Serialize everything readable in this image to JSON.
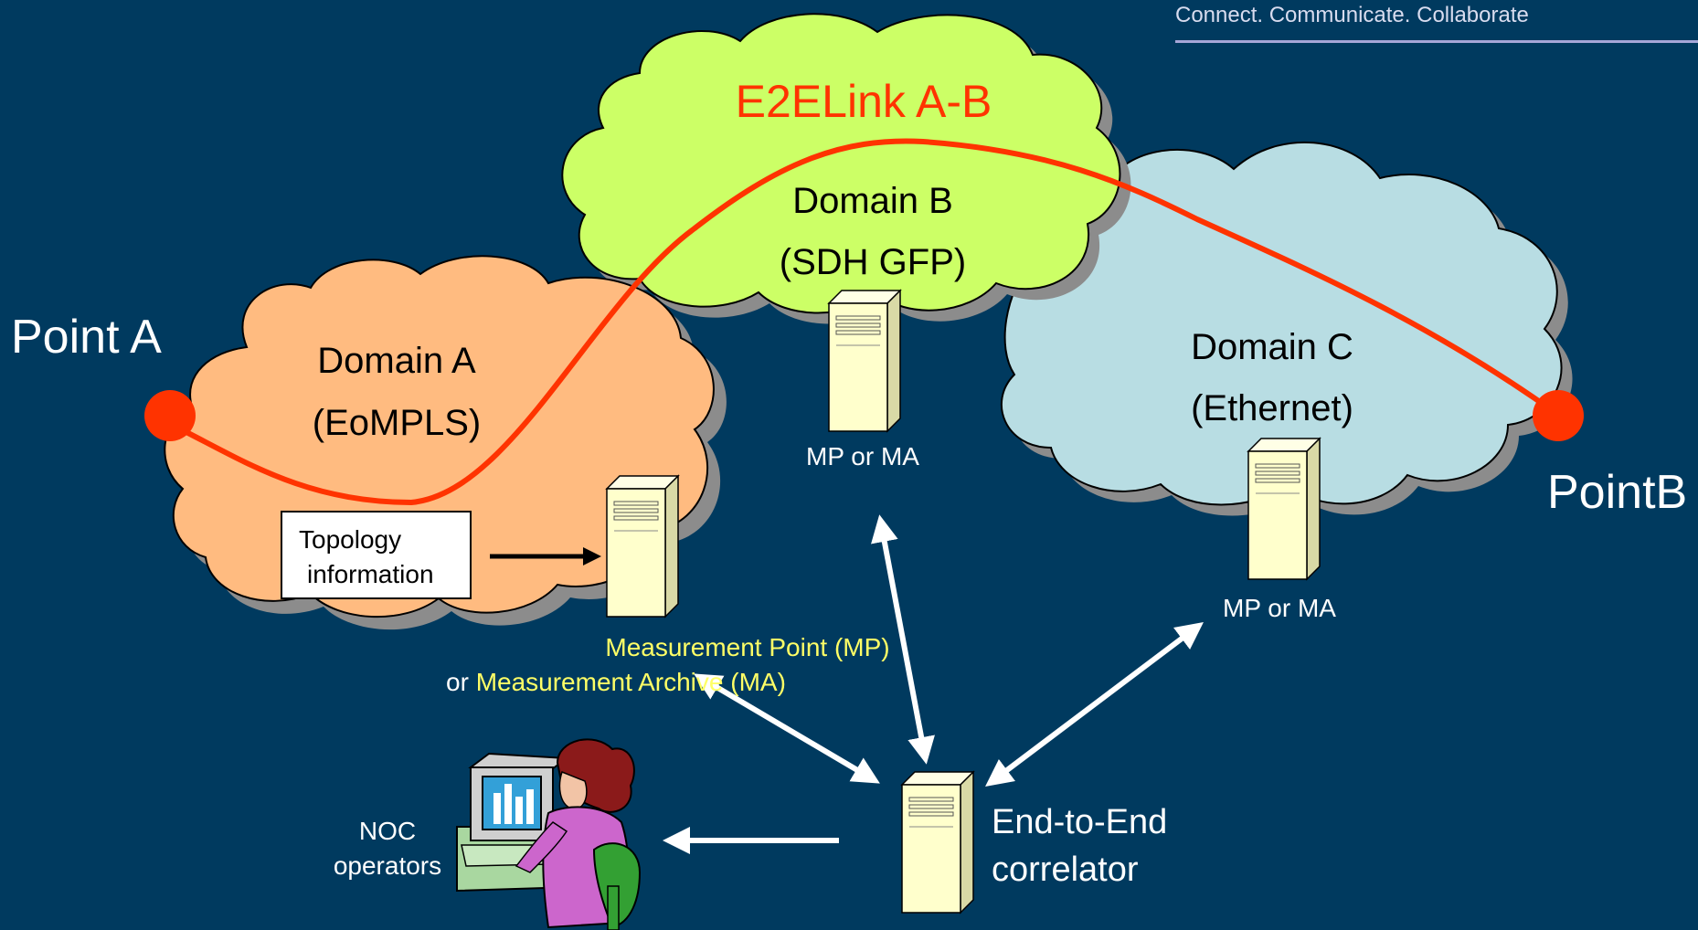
{
  "header": {
    "tagline": "Connect. Communicate. Collaborate"
  },
  "link": {
    "label": "E2ELink A-B"
  },
  "endpoints": {
    "a": "Point A",
    "b": "PointB"
  },
  "domains": {
    "a": {
      "name": "Domain A",
      "tech": "(EoMPLS)"
    },
    "b": {
      "name": "Domain B",
      "tech": "(SDH GFP)"
    },
    "c": {
      "name": "Domain C",
      "tech": "(Ethernet)"
    }
  },
  "servers": {
    "b_label": "MP or MA",
    "c_label": "MP or MA",
    "a_label_line1_part1": "Measurement Point (MP)",
    "a_label_line2_part1": "or ",
    "a_label_line2_part2": "Measurement Archive (MA)"
  },
  "topology": {
    "line1": "Topology",
    "line2": "information"
  },
  "correlator": {
    "line1": "End-to-End",
    "line2": "correlator"
  },
  "noc": {
    "line1": "NOC",
    "line2": "operators"
  },
  "colors": {
    "background": "#003A5F",
    "domain_a": "#FFBB80",
    "domain_b": "#CCFF66",
    "domain_c": "#B8DDE3",
    "link": "#FF3300",
    "label_yellow": "#FFFF66",
    "server": "#FFFFCC"
  }
}
